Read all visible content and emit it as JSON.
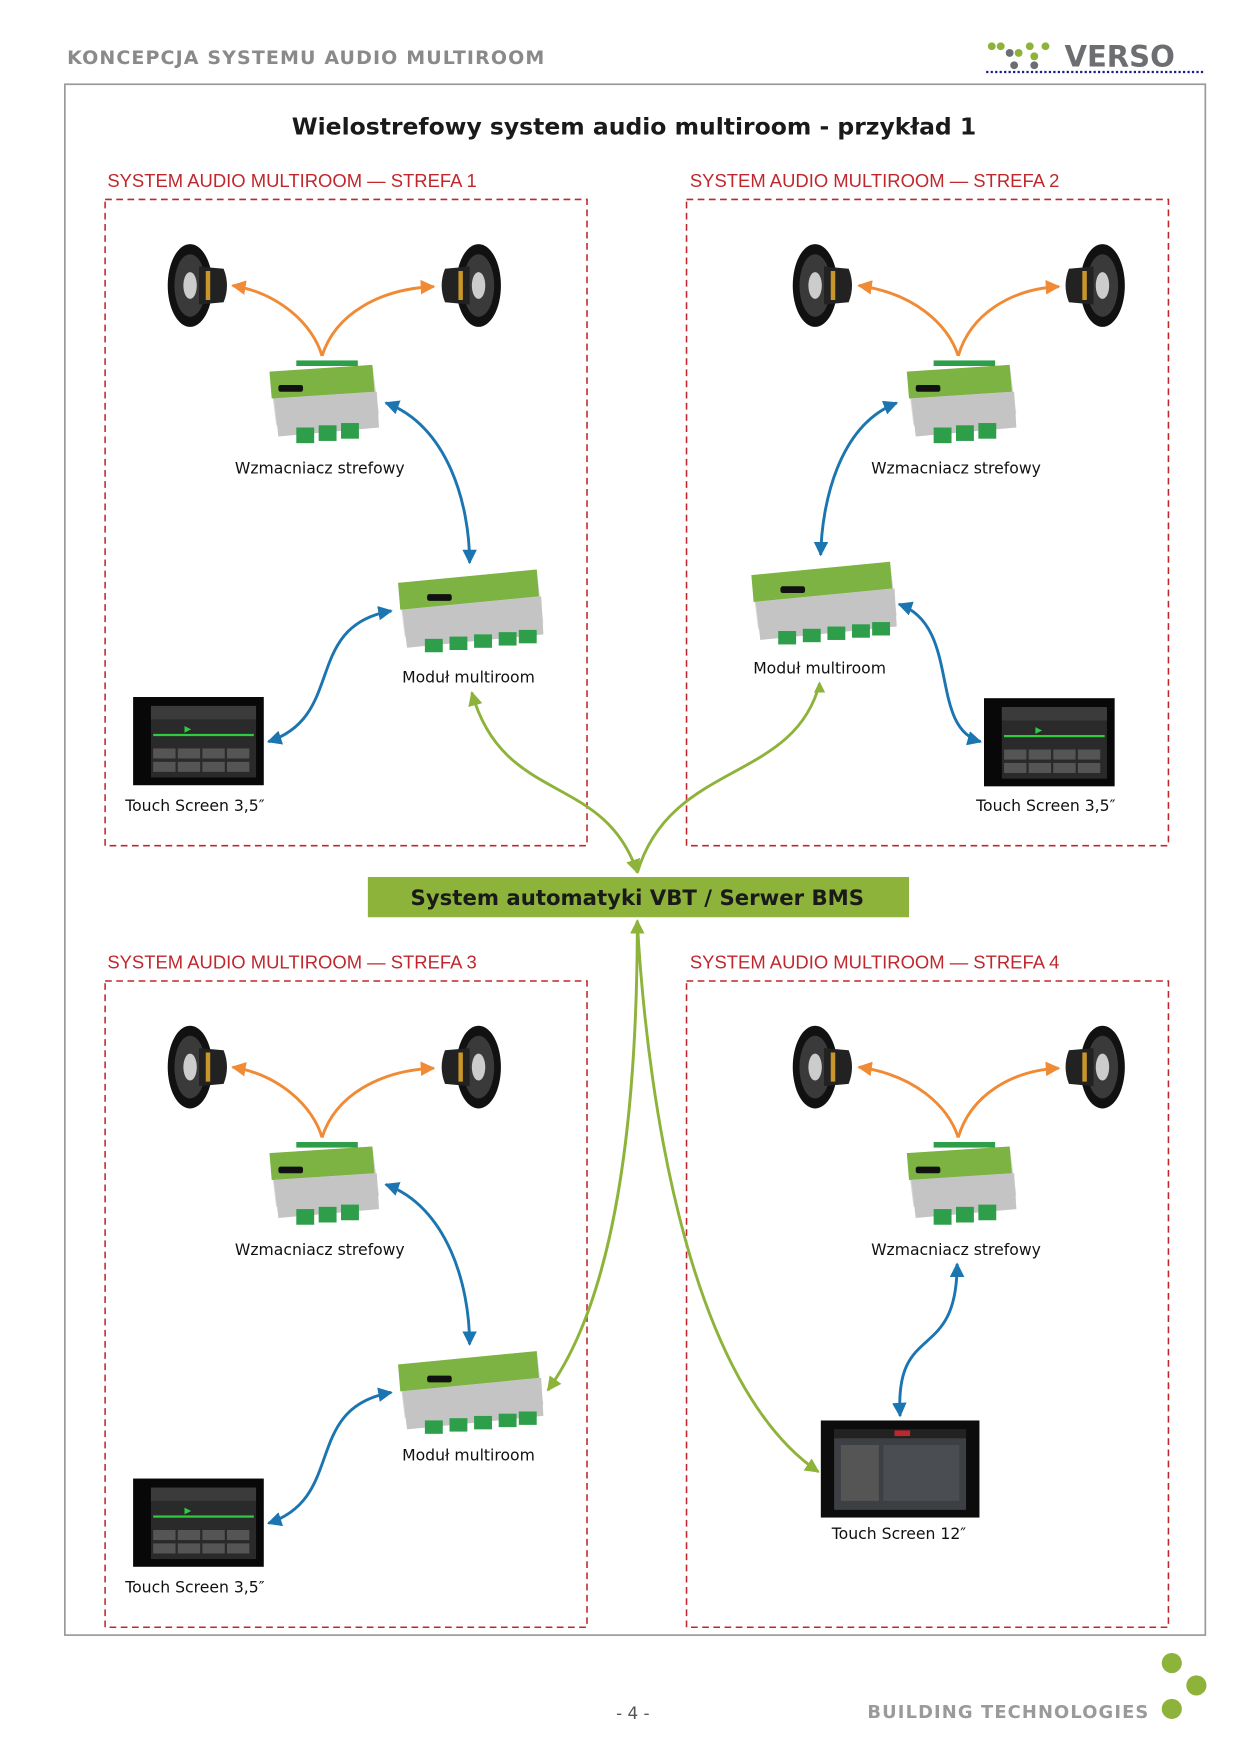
{
  "header": {
    "title": "KONCEPCJA SYSTEMU AUDIO MULTIROOM",
    "logo_text": "VERSO"
  },
  "diagram": {
    "title": "Wielostrefowy system audio multiroom - przykład 1",
    "zones": [
      {
        "label": "SYSTEM AUDIO MULTIROOM — STREFA 1",
        "amplifier": "Wzmacniacz strefowy",
        "module": "Moduł multiroom",
        "touchscreen": "Touch Screen 3,5″"
      },
      {
        "label": "SYSTEM AUDIO MULTIROOM — STREFA 2",
        "amplifier": "Wzmacniacz strefowy",
        "module": "Moduł multiroom",
        "touchscreen": "Touch Screen 3,5″"
      },
      {
        "label": "SYSTEM AUDIO MULTIROOM — STREFA 3",
        "amplifier": "Wzmacniacz strefowy",
        "module": "Moduł multiroom",
        "touchscreen": "Touch Screen 3,5″"
      },
      {
        "label": "SYSTEM AUDIO MULTIROOM — STREFA 4",
        "amplifier": "Wzmacniacz strefowy",
        "touchscreen": "Touch Screen 12″"
      }
    ],
    "bms": "System automatyki VBT / Serwer BMS",
    "colors": {
      "zone": "#c0272d",
      "speaker_link": "#f08a34",
      "device_link": "#1a75b0",
      "bms_link": "#8db33a",
      "bms_bar": "#8db33a"
    }
  },
  "footer": {
    "page": "- 4 -",
    "company": "BUILDING TECHNOLOGIES"
  }
}
